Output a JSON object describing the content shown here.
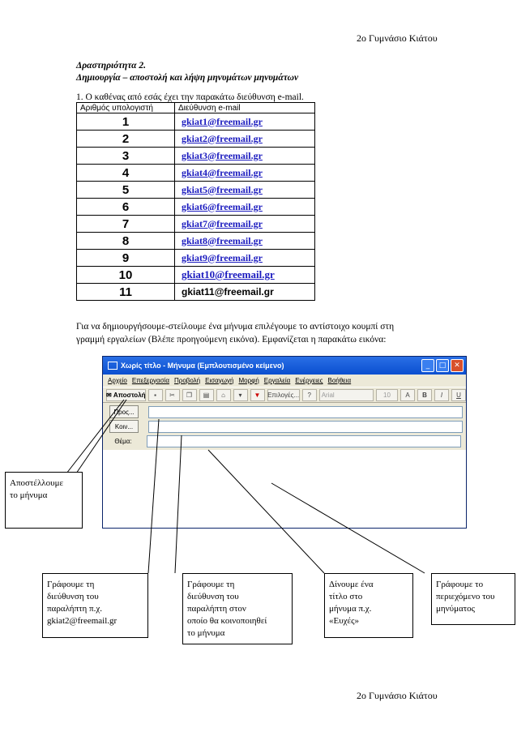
{
  "header": "2ο Γυμνάσιο Κιάτου",
  "footer": "2ο Γυμνάσιο Κιάτου",
  "activity": {
    "title": "Δραστηριότητα 2.",
    "subtitle": "Δημιουργία – αποστολή και λήψη μηνυμάτων μηνυμάτων",
    "intro": "1. Ο καθένας από εσάς έχει την παρακάτω διεύθυνση  e-mail."
  },
  "table": {
    "col1": "Αριθμός υπολογιστή",
    "col2": "Διεύθυνση  e-mail",
    "rows": [
      {
        "n": "1",
        "mail": "gkiat1@freemail.gr"
      },
      {
        "n": "2",
        "mail": "gkiat2@freemail.gr"
      },
      {
        "n": "3",
        "mail": "gkiat3@freemail.gr"
      },
      {
        "n": "4",
        "mail": "gkiat4@freemail.gr"
      },
      {
        "n": "5",
        "mail": "gkiat5@freemail.gr"
      },
      {
        "n": "6",
        "mail": "gkiat6@freemail.gr"
      },
      {
        "n": "7",
        "mail": "gkiat7@freemail.gr"
      },
      {
        "n": "8",
        "mail": "gkiat8@freemail.gr"
      },
      {
        "n": "9",
        "mail": "gkiat9@freemail.gr"
      },
      {
        "n": "10",
        "mail": "gkiat10@freemail.gr"
      },
      {
        "n": "11",
        "mail": "gkiat11@freemail.gr"
      }
    ]
  },
  "paragraph": {
    "line1": "Για να δημιουργήσουμε-στείλουμε ένα μήνυμα επιλέγουμε το αντίστοιχο κουμπί στη",
    "line2": "γραμμή εργαλείων (Βλέπε προηγούμενη εικόνα). Εμφανίζεται η παρακάτω εικόνα:"
  },
  "window": {
    "title": "Χωρίς τίτλο - Μήνυμα (Εμπλουτισμένο κείμενο)",
    "menu": [
      "Αρχείο",
      "Επεξεργασία",
      "Προβολή",
      "Εισαγωγή",
      "Μορφή",
      "Εργαλεία",
      "Ενέργειες",
      "Βοήθεια"
    ],
    "send": "Αποστολή",
    "options": "Επιλογές...",
    "font": "Arial",
    "size": "10",
    "to": "Προς...",
    "cc": "Κοιν...",
    "subject": "Θέμα:"
  },
  "callouts": {
    "send": [
      "Αποστέλλουμε",
      "το μήνυμα"
    ],
    "to": [
      "Γράφουμε τη",
      "διεύθυνση του",
      "παραλήπτη π.χ.",
      "gkiat2@freemail.gr"
    ],
    "cc": [
      "Γράφουμε τη",
      "διεύθυνση του",
      "παραλήπτη στον",
      "οποίο θα κοινοποιηθεί",
      "το μήνυμα"
    ],
    "subject": [
      "Δίνουμε ένα",
      "τίτλο στο",
      "μήνυμα π.χ.",
      "«Ευχές»"
    ],
    "body": [
      "Γράφουμε το",
      "περιεχόμενο του",
      "μηνύματος"
    ]
  }
}
